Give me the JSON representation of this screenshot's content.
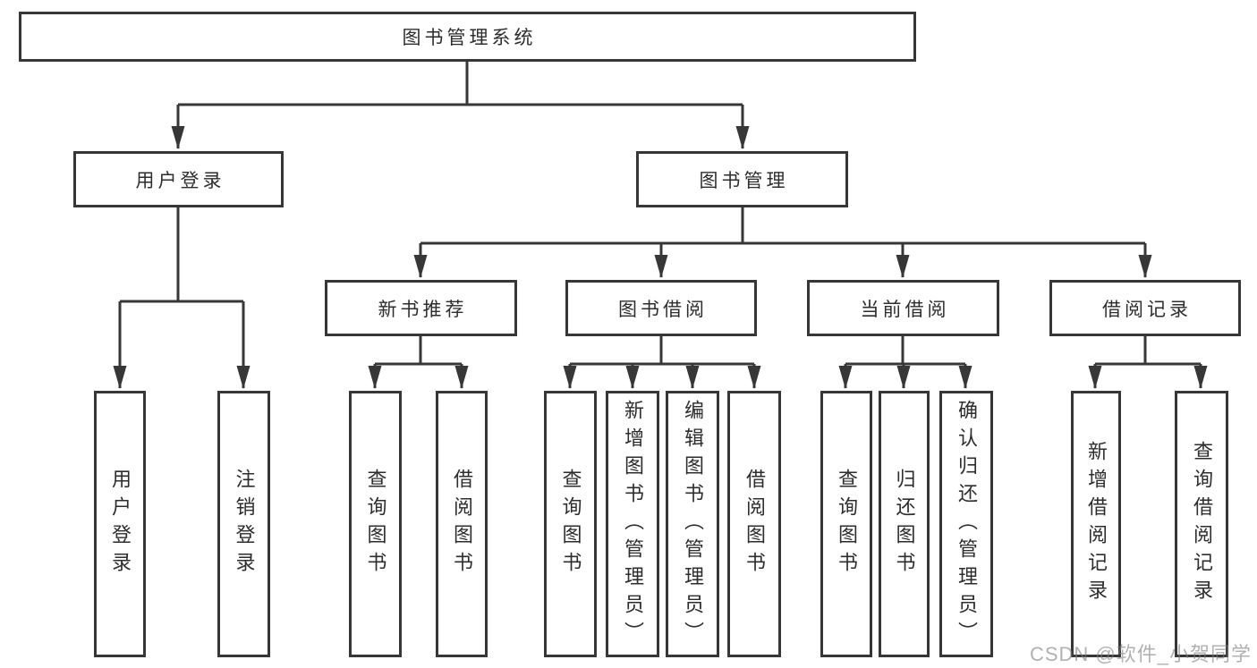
{
  "diagram": {
    "type": "hierarchy-tree",
    "title": "图书管理系统"
  },
  "colors": {
    "line": "#373737",
    "text": "#2d2d2d",
    "background": "#ffffff",
    "watermark": "#a8a8a8"
  },
  "watermark": "CSDN @软件_小贺同学",
  "nodes": {
    "root": "图书管理系统",
    "user_login": "用户登录",
    "book_mgmt": "图书管理",
    "new_book_rec": "新书推荐",
    "book_borrow": "图书借阅",
    "current_borrow": "当前借阅",
    "borrow_records": "借阅记录",
    "ul_login": "用户登录",
    "ul_logout": "注销登录",
    "nb_query": "查询图书",
    "nb_borrow": "借阅图书",
    "bb_query": "查询图书",
    "bb_add": "新增图书（管理员）",
    "bb_edit": "编辑图书（管理员）",
    "bb_borrow": "借阅图书",
    "cb_query": "查询图书",
    "cb_return": "归还图书",
    "cb_confirm": "确认归还（管理员）",
    "br_add": "新增借阅记录",
    "br_query": "查询借阅记录"
  },
  "structure": {
    "图书管理系统": {
      "用户登录": [
        "用户登录",
        "注销登录"
      ],
      "图书管理": {
        "新书推荐": [
          "查询图书",
          "借阅图书"
        ],
        "图书借阅": [
          "查询图书",
          "新增图书（管理员）",
          "编辑图书（管理员）",
          "借阅图书"
        ],
        "当前借阅": [
          "查询图书",
          "归还图书",
          "确认归还（管理员）"
        ],
        "借阅记录": [
          "新增借阅记录",
          "查询借阅记录"
        ]
      }
    }
  }
}
